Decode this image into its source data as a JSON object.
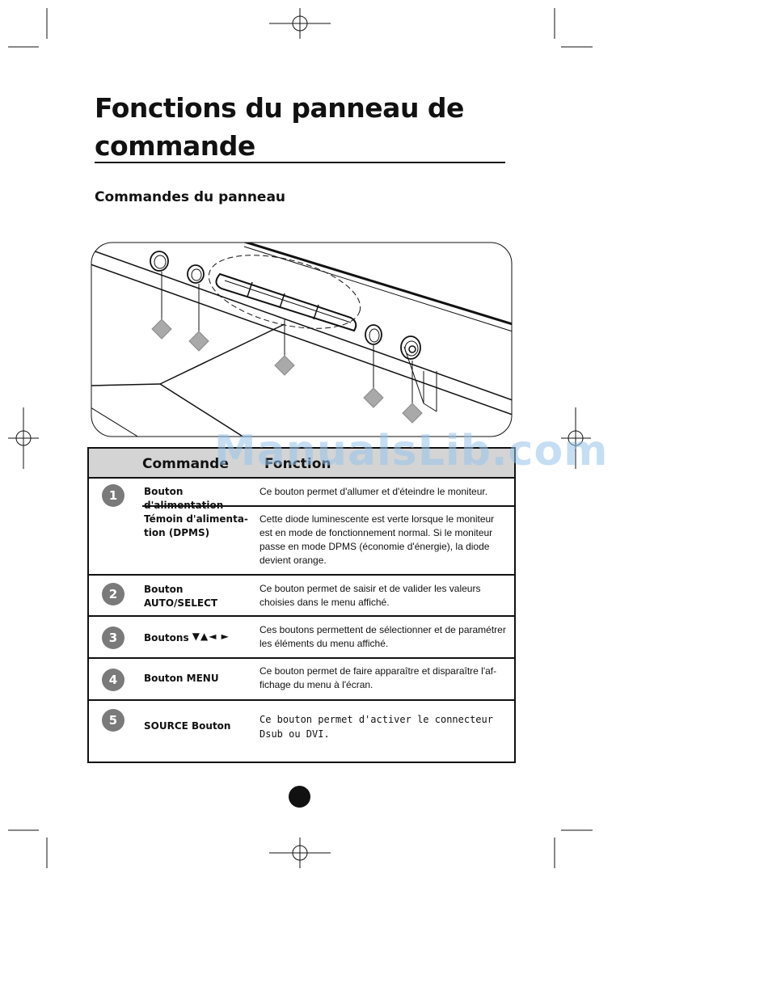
{
  "page": {
    "title": "Fonctions du panneau de commande",
    "subtitle": "Commandes du panneau"
  },
  "watermark": "ManualsLib.com",
  "table": {
    "headers": {
      "command": "Commande",
      "function": "Fonction"
    },
    "rows": [
      {
        "number": "1",
        "command": "Bouton d'alimentation",
        "function": "Ce bouton permet d'allumer et d'éteindre le moniteur."
      },
      {
        "command": "Témoin d'alimenta-tion (DPMS)",
        "function": "Cette diode luminescente est verte lorsque le moniteur est en mode de fonctionnement normal. Si le moniteur passe en mode DPMS (économie d'énergie), la diode devient orange."
      },
      {
        "number": "2",
        "command": "Bouton AUTO/SELECT",
        "function": "Ce bouton permet de saisir et de valider les valeurs choisies dans le menu affiché."
      },
      {
        "number": "3",
        "command": "Boutons",
        "arrows": "▼▲◄ ►",
        "function": "Ces boutons permettent de sélectionner et de paramétrer les éléments du menu affiché."
      },
      {
        "number": "4",
        "command": "Bouton MENU",
        "function": "Ce bouton permet de faire apparaître et disparaître l'af-fichage du menu à l'écran."
      },
      {
        "number": "5",
        "command": "SOURCE Bouton",
        "function": "Ce bouton permet d'activer le connecteur Dsub ou DVI."
      }
    ]
  },
  "colors": {
    "header_bg": "#d4d4d4",
    "badge": "#7a7a7a",
    "callout_diamond": "#a9a9a9",
    "watermark": "#96c3eb"
  }
}
